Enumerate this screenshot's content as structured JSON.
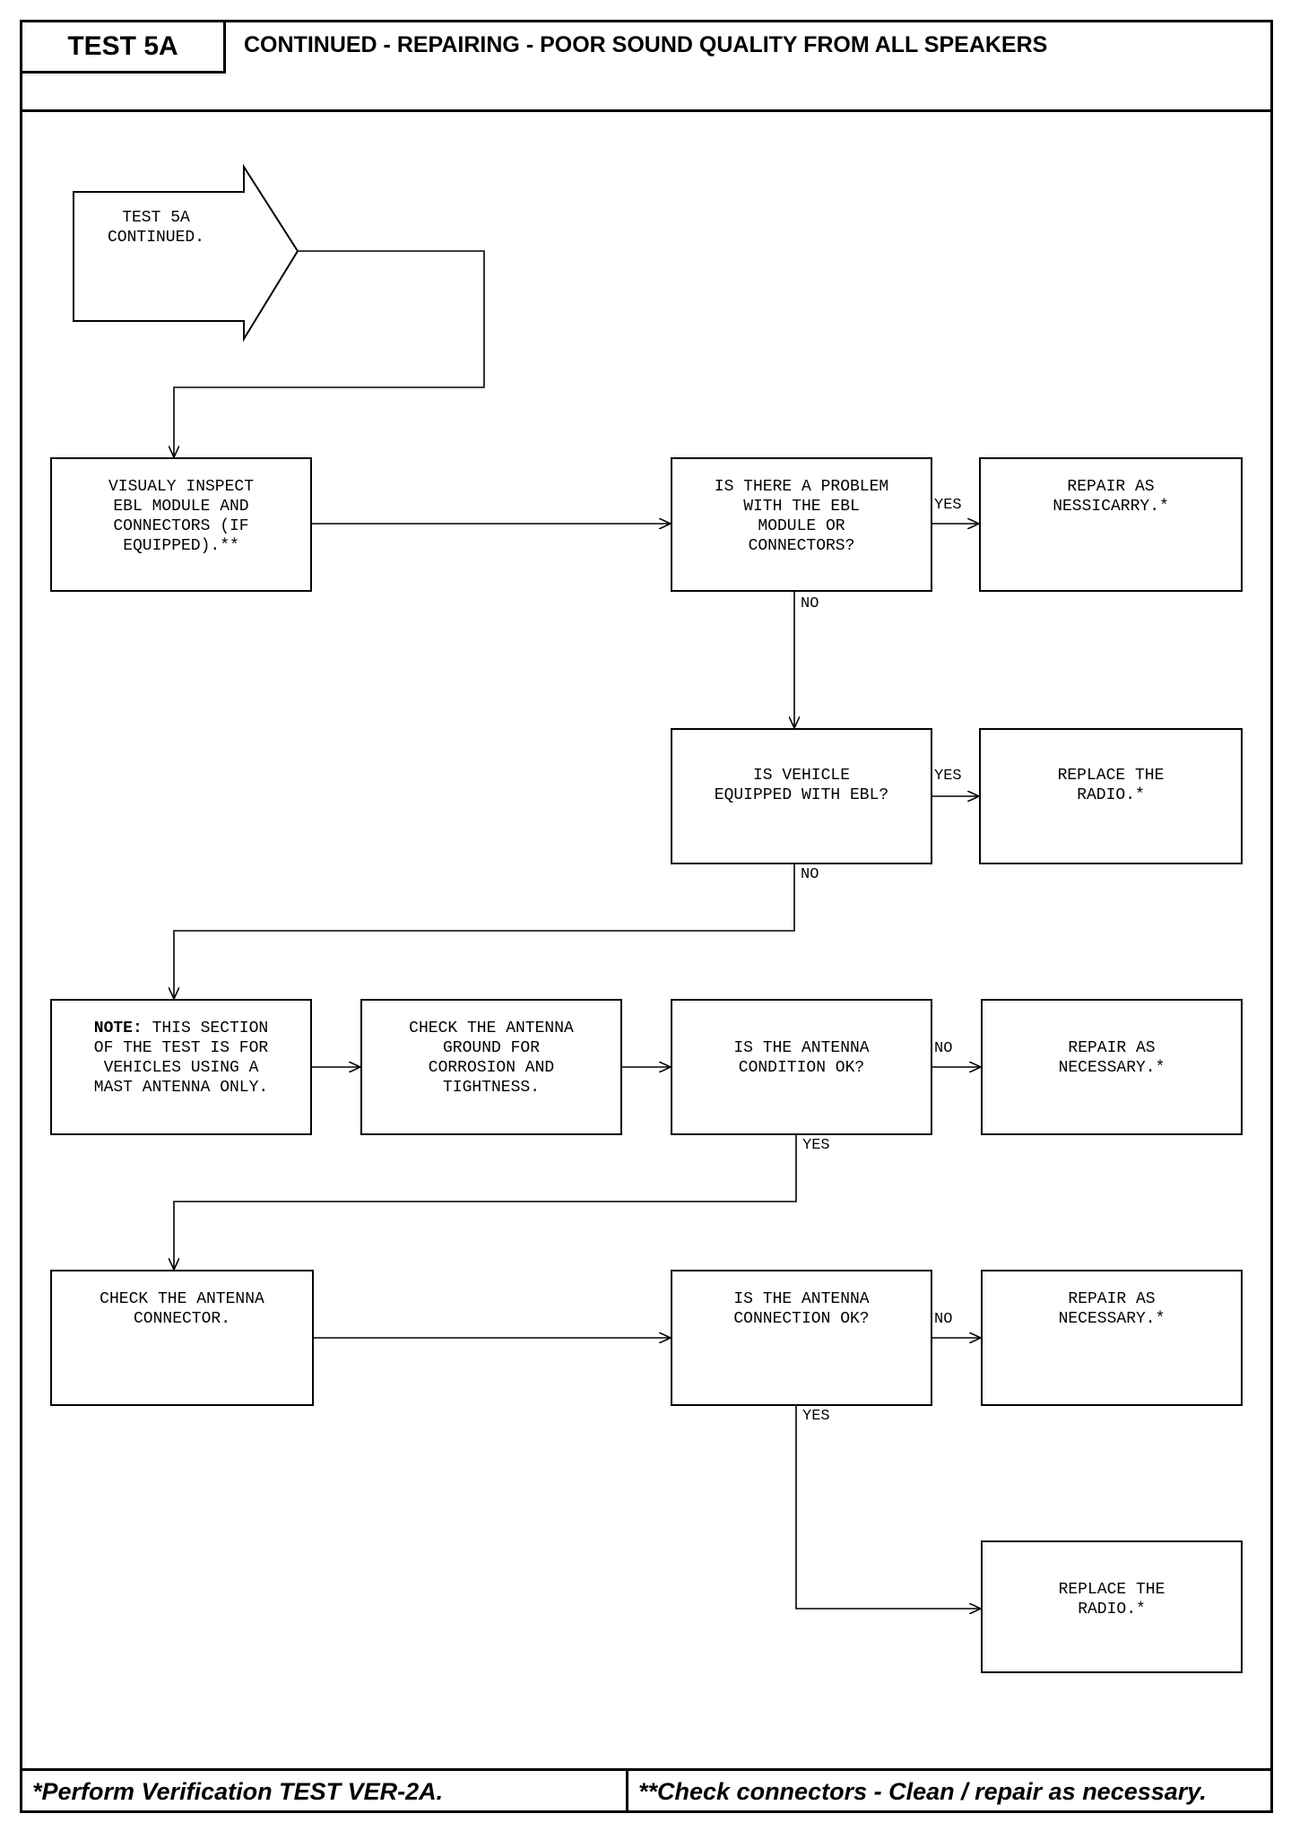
{
  "header": {
    "test_label": "TEST 5A",
    "title": "CONTINUED - REPAIRING - POOR SOUND QUALITY FROM ALL SPEAKERS"
  },
  "start": {
    "text": "TEST 5A\nCONTINUED."
  },
  "nodes": {
    "visually_inspect": "VISUALY INSPECT\nEBL MODULE AND\nCONNECTORS (IF\nEQUIPPED).**",
    "problem_ebl": "IS THERE A PROBLEM\nWITH THE EBL\nMODULE OR\nCONNECTORS?",
    "repair_nessicarry": "REPAIR AS\nNESSICARRY.*",
    "vehicle_ebl": "IS VEHICLE\nEQUIPPED WITH EBL?",
    "replace_radio_1": "REPLACE THE\nRADIO.*",
    "note_label": "NOTE:",
    "note_text": " THIS SECTION\nOF THE TEST IS FOR\nVEHICLES USING A\nMAST ANTENNA ONLY.",
    "check_ground": "CHECK THE ANTENNA\nGROUND FOR\nCORROSION AND\nTIGHTNESS.",
    "antenna_condition": "IS THE ANTENNA\nCONDITION OK?",
    "repair_necessary_1": "REPAIR AS\nNECESSARY.*",
    "check_connector": "CHECK THE ANTENNA\nCONNECTOR.",
    "antenna_connection": "IS THE ANTENNA\nCONNECTION OK?",
    "repair_necessary_2": "REPAIR AS\nNECESSARY.*",
    "replace_radio_2": "REPLACE THE\nRADIO.*"
  },
  "labels": {
    "yes_1": "YES",
    "no_1": "NO",
    "yes_2": "YES",
    "no_2": "NO",
    "no_3": "NO",
    "yes_3": "YES",
    "no_4": "NO",
    "yes_4": "YES"
  },
  "footer": {
    "left": "*Perform Verification TEST VER-2A.",
    "right": "**Check connectors - Clean / repair as necessary."
  }
}
